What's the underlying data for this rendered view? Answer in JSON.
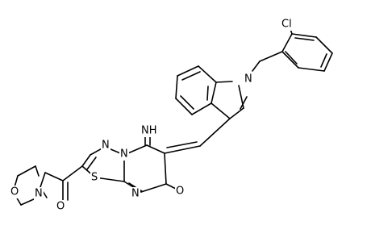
{
  "molecule": {
    "atom_labels": {
      "cl": "Cl",
      "n_indole": "N",
      "imine": "NH",
      "n_td_a": "N",
      "n_td_b": "N",
      "s_td": "S",
      "n_pyr": "N",
      "o_ketone": "O",
      "o_amide": "O",
      "n_morph": "N",
      "o_morph": "O"
    }
  }
}
